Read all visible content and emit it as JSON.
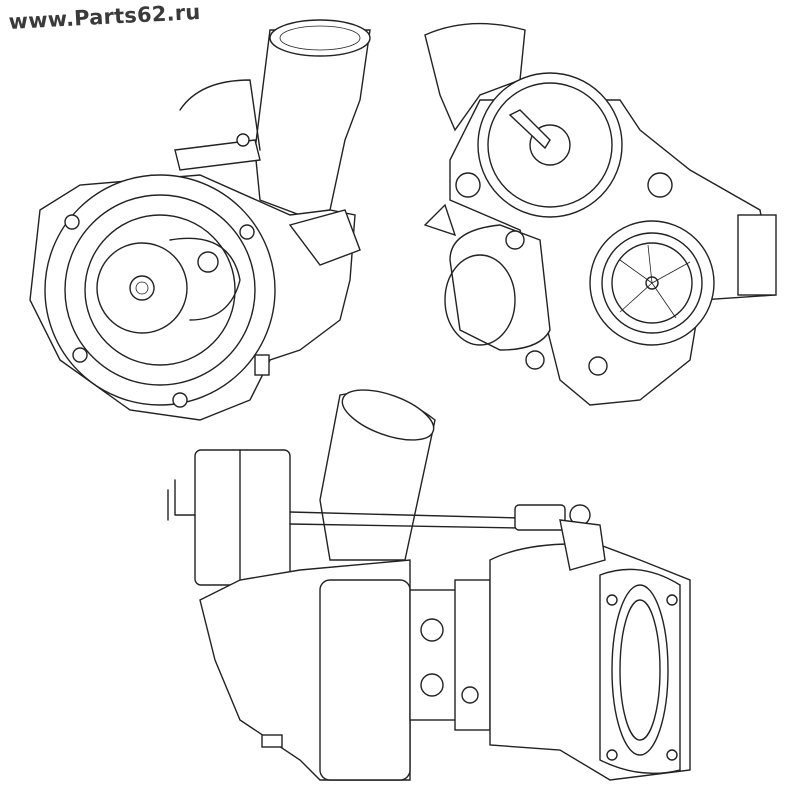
{
  "watermark": {
    "text": "www.Parts62.ru"
  },
  "drawing": {
    "subject": "turbocharger",
    "views": [
      "turbine-side-view",
      "compressor-side-view",
      "side-elevation-view"
    ]
  }
}
